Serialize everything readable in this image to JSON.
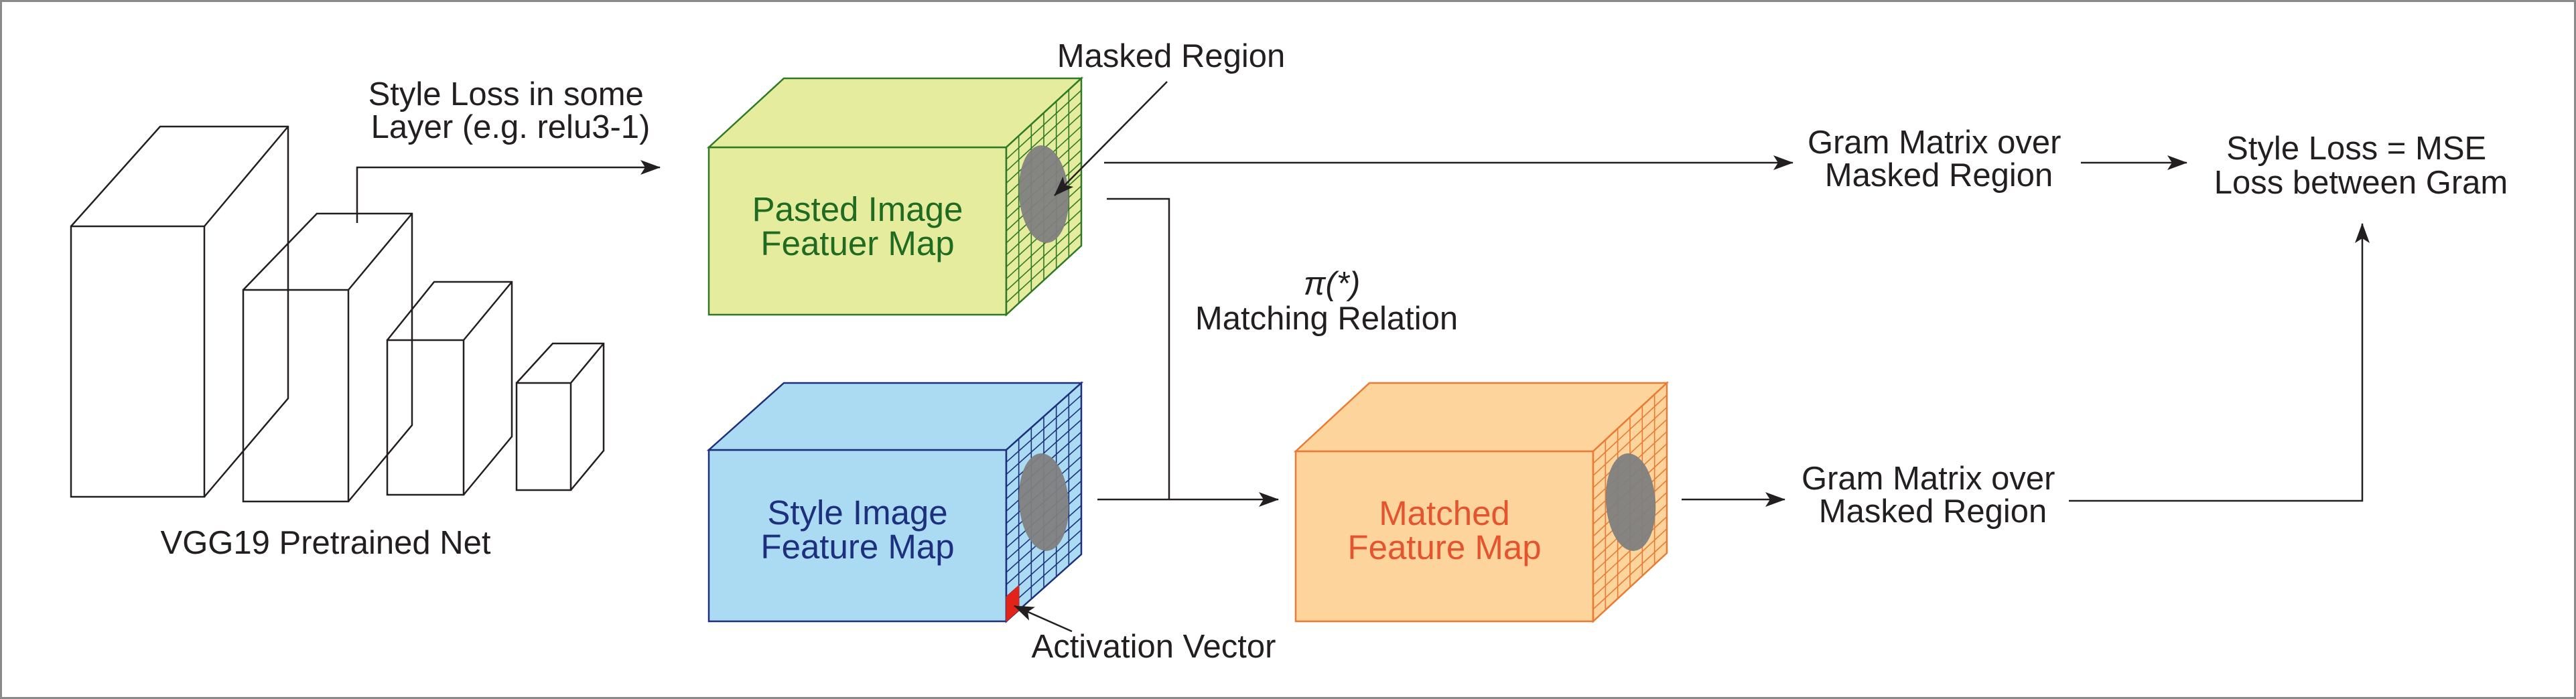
{
  "colors": {
    "background": "#ffffff",
    "frame": "#8a8a8a",
    "line": "#231f20",
    "pasted_fill": "#e6ec9e",
    "pasted_edge": "#2e7a24",
    "pasted_text": "#1f6b22",
    "style_fill": "#abdbf2",
    "style_edge": "#1d2f7d",
    "style_text": "#1d2f7d",
    "matched_fill": "#fdd49c",
    "matched_edge": "#ea7b34",
    "matched_text": "#e4542e",
    "mask": "#7f7f7f",
    "activation": "#e2231a"
  },
  "vgg": {
    "label": "VGG19 Pretrained Net",
    "layer_label": [
      "Style Loss in some",
      "Layer (e.g. relu3-1)"
    ]
  },
  "maps": {
    "pasted": [
      "Pasted Image",
      "Featuer Map"
    ],
    "style": [
      "Style Image",
      "Feature Map"
    ],
    "matched": [
      "Matched",
      "Feature Map"
    ]
  },
  "annotations": {
    "masked_region": "Masked Region",
    "pi": "π(*)",
    "matching_relation": "Matching Relation",
    "activation_vector": "Activation Vector"
  },
  "gram_top": [
    "Gram Matrix over",
    "Masked Region"
  ],
  "gram_bottom": [
    "Gram Matrix over",
    "Masked Region"
  ],
  "style_loss": [
    "Style Loss = MSE",
    "Loss between Gram"
  ]
}
